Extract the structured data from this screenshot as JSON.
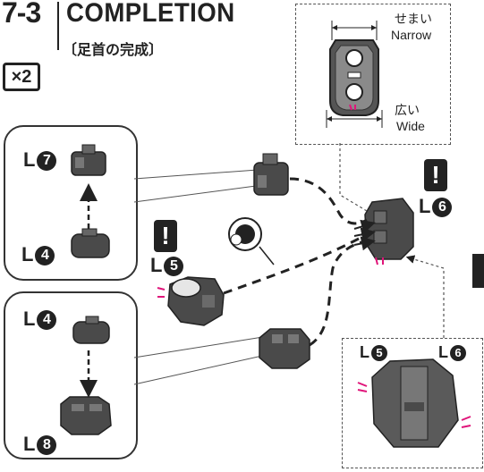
{
  "header": {
    "step": "7-3",
    "title": "COMPLETION",
    "subtitle": "〔足首の完成〕",
    "quantity": "×2"
  },
  "width_callout": {
    "narrow_jp": "せまい",
    "narrow_en": "Narrow",
    "wide_jp": "広い",
    "wide_en": "Wide"
  },
  "warnings": {
    "mark": "!"
  },
  "labels": {
    "panel_top_upper": {
      "letter": "L",
      "num": "7"
    },
    "panel_top_lower": {
      "letter": "L",
      "num": "4"
    },
    "panel_bottom_upper": {
      "letter": "L",
      "num": "4"
    },
    "panel_bottom_lower": {
      "letter": "L",
      "num": "8"
    },
    "center_l5": {
      "letter": "L",
      "num": "5"
    },
    "right_l6": {
      "letter": "L",
      "num": "6"
    },
    "detail_l5": {
      "letter": "L",
      "num": "5"
    },
    "detail_l6": {
      "letter": "L",
      "num": "6"
    }
  },
  "colors": {
    "ink": "#222222",
    "accent": "#e0157a",
    "part": "#4a4a4a"
  }
}
